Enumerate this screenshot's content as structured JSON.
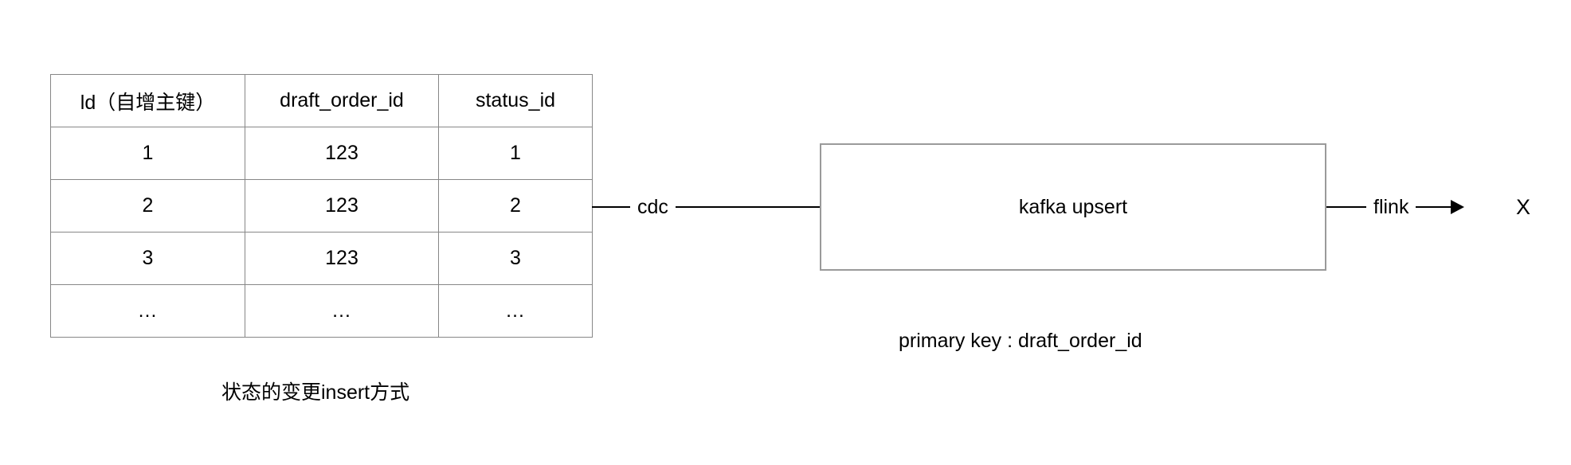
{
  "diagram": {
    "title_caption": "状态的变更insert方式",
    "table": {
      "columns": [
        "ld（自增主键）",
        "draft_order_id",
        "status_id"
      ],
      "rows": [
        [
          "1",
          "123",
          "1"
        ],
        [
          "2",
          "123",
          "2"
        ],
        [
          "3",
          "123",
          "3"
        ],
        [
          "…",
          "…",
          "…"
        ]
      ]
    },
    "edges": {
      "cdc_label": "cdc",
      "flink_label": "flink"
    },
    "kafka_node": {
      "label": "kafka upsert",
      "primary_key_caption": "primary key : draft_order_id"
    },
    "terminal": {
      "label": "X"
    },
    "colors": {
      "border": "#878787",
      "box_border": "#9a9a9a",
      "line": "#000000",
      "background": "#ffffff",
      "text": "#000000"
    }
  }
}
